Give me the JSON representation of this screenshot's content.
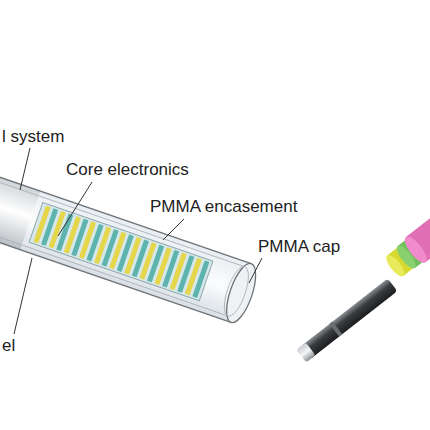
{
  "diagram": {
    "labels": [
      "l system",
      "Core electronics",
      "PMMA encasement",
      "PMMA cap",
      "el"
    ]
  }
}
